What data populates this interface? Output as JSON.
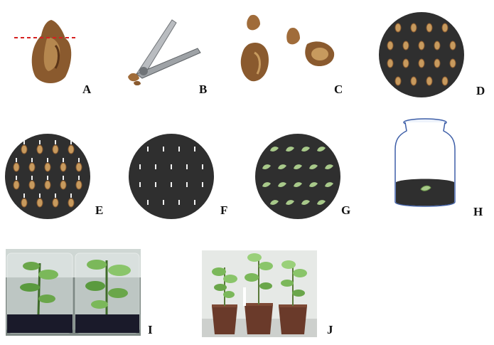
{
  "panels": [
    {
      "id": "A",
      "label": "A"
    },
    {
      "id": "B",
      "label": "B"
    },
    {
      "id": "C",
      "label": "C"
    },
    {
      "id": "D",
      "label": "D"
    },
    {
      "id": "E",
      "label": "E"
    },
    {
      "id": "F",
      "label": "F"
    },
    {
      "id": "G",
      "label": "G"
    },
    {
      "id": "H",
      "label": "H"
    },
    {
      "id": "I",
      "label": "I"
    },
    {
      "id": "J",
      "label": "J"
    }
  ],
  "colors": {
    "seed": "#8a5a2e",
    "seed_light": "#c79a5e",
    "dish": "#2f2f2f",
    "embryo": "#f2f2f2",
    "leaf": "#a8c98a",
    "cut_line": "#d62020",
    "pot": "#6a3a2a",
    "medium": "#1a1a2a"
  },
  "icons": {
    "A": "seed-with-cut-line",
    "B": "nail-clipper-icon",
    "C": "cut-seed-pieces",
    "D": "dish-with-seeds",
    "E": "dish-with-germinating-seeds",
    "F": "dish-with-embryos",
    "G": "dish-with-seedlings",
    "H": "culture-jar",
    "I": "jars-with-plantlets-photo",
    "J": "potted-plants-photo"
  }
}
